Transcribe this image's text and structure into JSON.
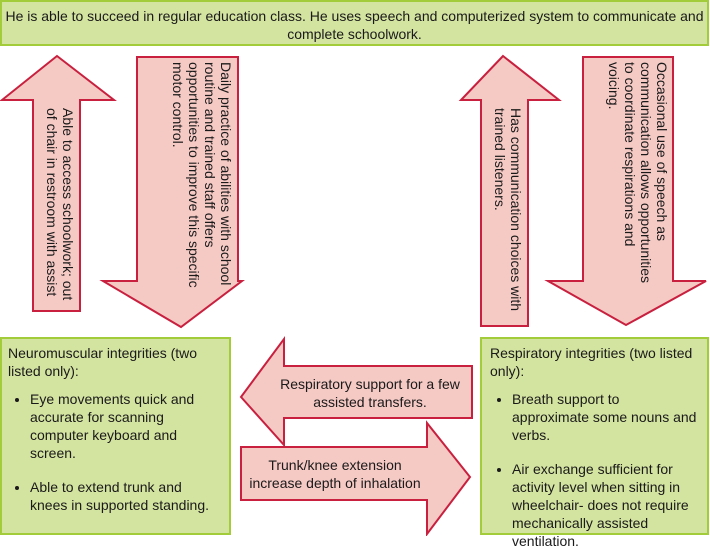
{
  "top_box": {
    "text": "He is able to succeed in regular education class. He uses speech and computerized system to communicate and complete schoolwork."
  },
  "left_up_arrow": {
    "text": "Able to access schoolwork; out of chair in restroom with assist"
  },
  "left_down_arrow": {
    "text": "Daily practice of abilities with school routine and trained staff offers opportunities to improve this specific motor control."
  },
  "right_up_arrow": {
    "text": "Has communication choices with trained listeners."
  },
  "right_down_arrow": {
    "text": "Occasional use of speech as communication allows opportunities to coordinate respirations and voicing."
  },
  "neuromuscular_box": {
    "title": "Neuromuscular integrities (two listed only):",
    "items": [
      "Eye movements quick and accurate for scanning computer keyboard and screen.",
      "Able to extend trunk and knees in supported standing."
    ]
  },
  "respiratory_box": {
    "title": "Respiratory integrities (two listed only):",
    "items": [
      "Breath support to approximate some nouns and verbs.",
      "Air exchange sufficient for activity level when sitting in wheelchair- does not require mechanically assisted ventilation."
    ]
  },
  "left_arrow": {
    "text": "Respiratory support for a few assisted transfers."
  },
  "right_arrow": {
    "text": "Trunk/knee extension increase depth of inhalation"
  },
  "colors": {
    "box_fill": "#d3e3a0",
    "box_border": "#a3cc3b",
    "arrow_fill": "#f5c9c4",
    "arrow_stroke": "#c8203e"
  }
}
